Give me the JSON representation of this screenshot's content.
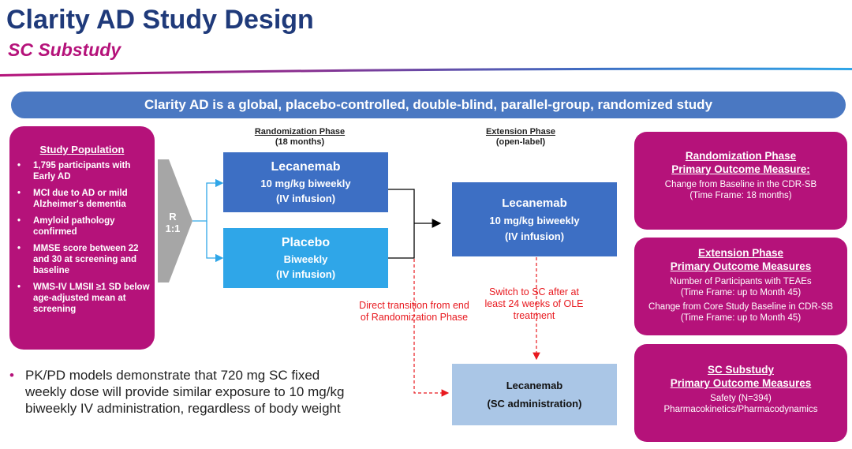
{
  "title": "Clarity AD Study Design",
  "subtitle": "SC Substudy",
  "banner": "Clarity AD is a global, placebo-controlled, double-blind, parallel-group, randomized study",
  "population": {
    "heading": "Study Population",
    "items": [
      "1,795 participants with Early AD",
      "MCI due to AD or mild Alzheimer's dementia",
      "Amyloid pathology confirmed",
      "MMSE score between 22 and 30 at screening and baseline",
      "WMS-IV LMSII ≥1 SD below age-adjusted mean at screening"
    ]
  },
  "randomizer": {
    "line1": "R",
    "line2": "1:1"
  },
  "rand_phase": {
    "name": "Randomization Phase",
    "detail": "(18 months)"
  },
  "ext_phase": {
    "name": "Extension Phase",
    "detail": "(open-label)"
  },
  "arm_lecanemab": {
    "name": "Lecanemab",
    "dose": "10 mg/kg biweekly",
    "route": "(IV infusion)"
  },
  "arm_placebo": {
    "name": "Placebo",
    "dose": "Biweekly",
    "route": "(IV infusion)"
  },
  "ext_lecanemab": {
    "name": "Lecanemab",
    "dose": "10 mg/kg biweekly",
    "route": "(IV infusion)"
  },
  "sc_box": {
    "name": "Lecanemab",
    "route": "(SC administration)"
  },
  "direct_transition": "Direct transition from end of Randomization Phase",
  "switch_note": "Switch to SC after at least 24 weeks of OLE treatment",
  "outcome_rand": {
    "h1": "Randomization Phase",
    "h2": "Primary Outcome Measure:",
    "t1": "Change from Baseline in the CDR-SB",
    "t2": "(Time Frame: 18 months)"
  },
  "outcome_ext": {
    "h1": "Extension Phase",
    "h2": "Primary Outcome Measures",
    "t1": "Number of Participants with TEAEs",
    "t2": "(Time Frame: up to Month 45)",
    "t3": "Change from Core Study Baseline in CDR-SB",
    "t4": "(Time Frame: up to Month 45)"
  },
  "outcome_sc": {
    "h1": "SC Substudy",
    "h2": "Primary Outcome Measures",
    "t1": "Safety (N=394)",
    "t2": "Pharmacokinetics/Pharmacodynamics"
  },
  "pkpd_note": "PK/PD models demonstrate that 720 mg SC fixed weekly dose will provide similar exposure to 10 mg/kg biweekly IV administration, regardless of body weight",
  "colors": {
    "title": "#1f3a7a",
    "magenta": "#b5127a",
    "banner": "#4a78c2",
    "dark_blue": "#3d6fc4",
    "light_blue": "#2fa6e8",
    "pale_blue": "#aac6e6",
    "red": "#e8191f"
  }
}
